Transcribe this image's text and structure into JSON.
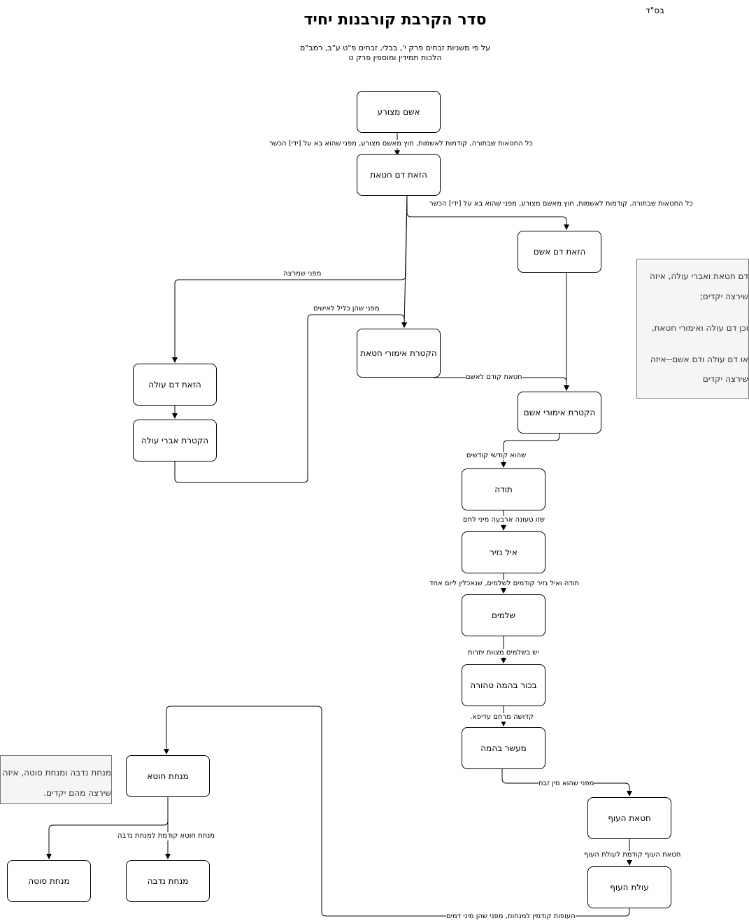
{
  "header": {
    "title": "סדר הקרבת קורבנות יחיד",
    "source_line1": "על פי  משניות זבחים פרק י', בבלי, זבחים פ\"ט ע\"ב, רמב\"ם",
    "source_line2": "הלכות תמידין ומוספין פרק ט",
    "corner": "בס\"ד"
  },
  "nodes": {
    "asham_metzora": "אשם מצורע",
    "dam_chatat": "הזאת דם חטאת",
    "dam_asham": "הזאת דם אשם",
    "imurei_chatat": "הקטרת אימורי חטאת",
    "dam_olah": "הזאת דם עולה",
    "evrei_olah": "הקטרת אברי עולה",
    "imurei_asham": "הקטרת אימורי אשם",
    "todah": "תודה",
    "eil_nazir": "איל נזיר",
    "shelamim": "שלמים",
    "bechor": "בכור בהמה טהורה",
    "maaser": "מעשר בהמה",
    "chatat_haof": "חטאת העוף",
    "olat_haof": "עולת העוף",
    "minchat_choteh": "מנחת חוטא",
    "minchat_nedavah": "מנחת נדבה",
    "minchat_sotah": "מנחת סוטה"
  },
  "edge_labels": {
    "e1": "כל החטאות שבתורה, קודמות לאשמות, חוץ מאשם מצורע, מפני שהוא בא על [ידי] הכשר",
    "e2": "כל החטאות שבתורה, קודמות לאשמות, חוץ מאשם מצורע, מפני שהוא בא על [ידי] הכשר",
    "e3": "מפני שמרצה",
    "e4": "מפני שהן כליל לאישים",
    "e5": "חטאת קודם לאשם",
    "e6": "שהוא קודשי קודשים",
    "e7": "שזו טעונה ארבעה מיני לחם",
    "e8": "תודה ואיל נזיר קודמים לשלמים, שנאכלין ליום אחד",
    "e9": "יש בשלמים מצוות יתרות",
    "e10": "קדושה מרחם עדיפא.",
    "e11": "מפני שהוא מין זבח",
    "e12": "חטאת העוף קודמת לעולת העוף",
    "e13": "העופות קודמין למנחות, מפני שהן מיני דמים",
    "e14": "מנחת חוטא קודמת למנחת נדבה"
  },
  "notes": {
    "right": [
      "דם חטאת ואברי עולה, איזה",
      ";שירצה יקדים",
      ",וכן דם עולה ואימורי חטאת",
      "או דם עולה ודם אשם--איזה",
      "שירצה יקדים"
    ],
    "left": [
      "מנחת נדבה ומנחת סוטה, איזה",
      ".שירצה מהם יקדים"
    ]
  },
  "colors": {
    "line": "#000000",
    "note_bg": "#f5f5f5",
    "note_border": "#777777"
  }
}
